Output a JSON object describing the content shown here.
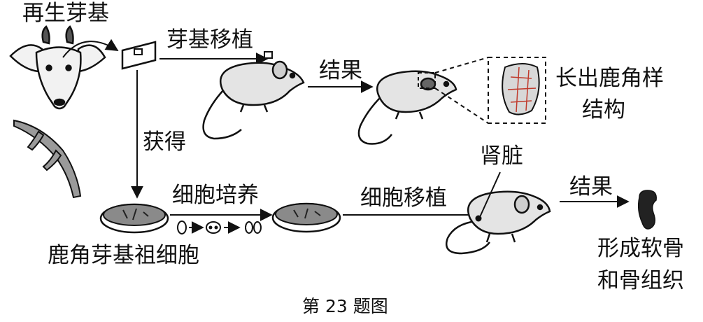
{
  "labels": {
    "regenerated_bud": "再生芽基",
    "bud_transplant": "芽基移植",
    "result_top": "结果",
    "antler_like": "长出鹿角样",
    "structure": "结构",
    "obtain": "获得",
    "cell_culture": "细胞培养",
    "kidney": "肾脏",
    "cell_transplant": "细胞移植",
    "result_bottom": "结果",
    "progenitor_cells": "鹿角芽基祖细胞",
    "cartilage": "形成软骨",
    "bone_tissue": "和骨组织",
    "caption": "第 23 题图"
  },
  "colors": {
    "ink": "#111111",
    "mouse_fill": "#e4e4e4",
    "dish_fill": "#8a8a8a",
    "tissue": "#222222",
    "accent_red": "#c0392b"
  }
}
